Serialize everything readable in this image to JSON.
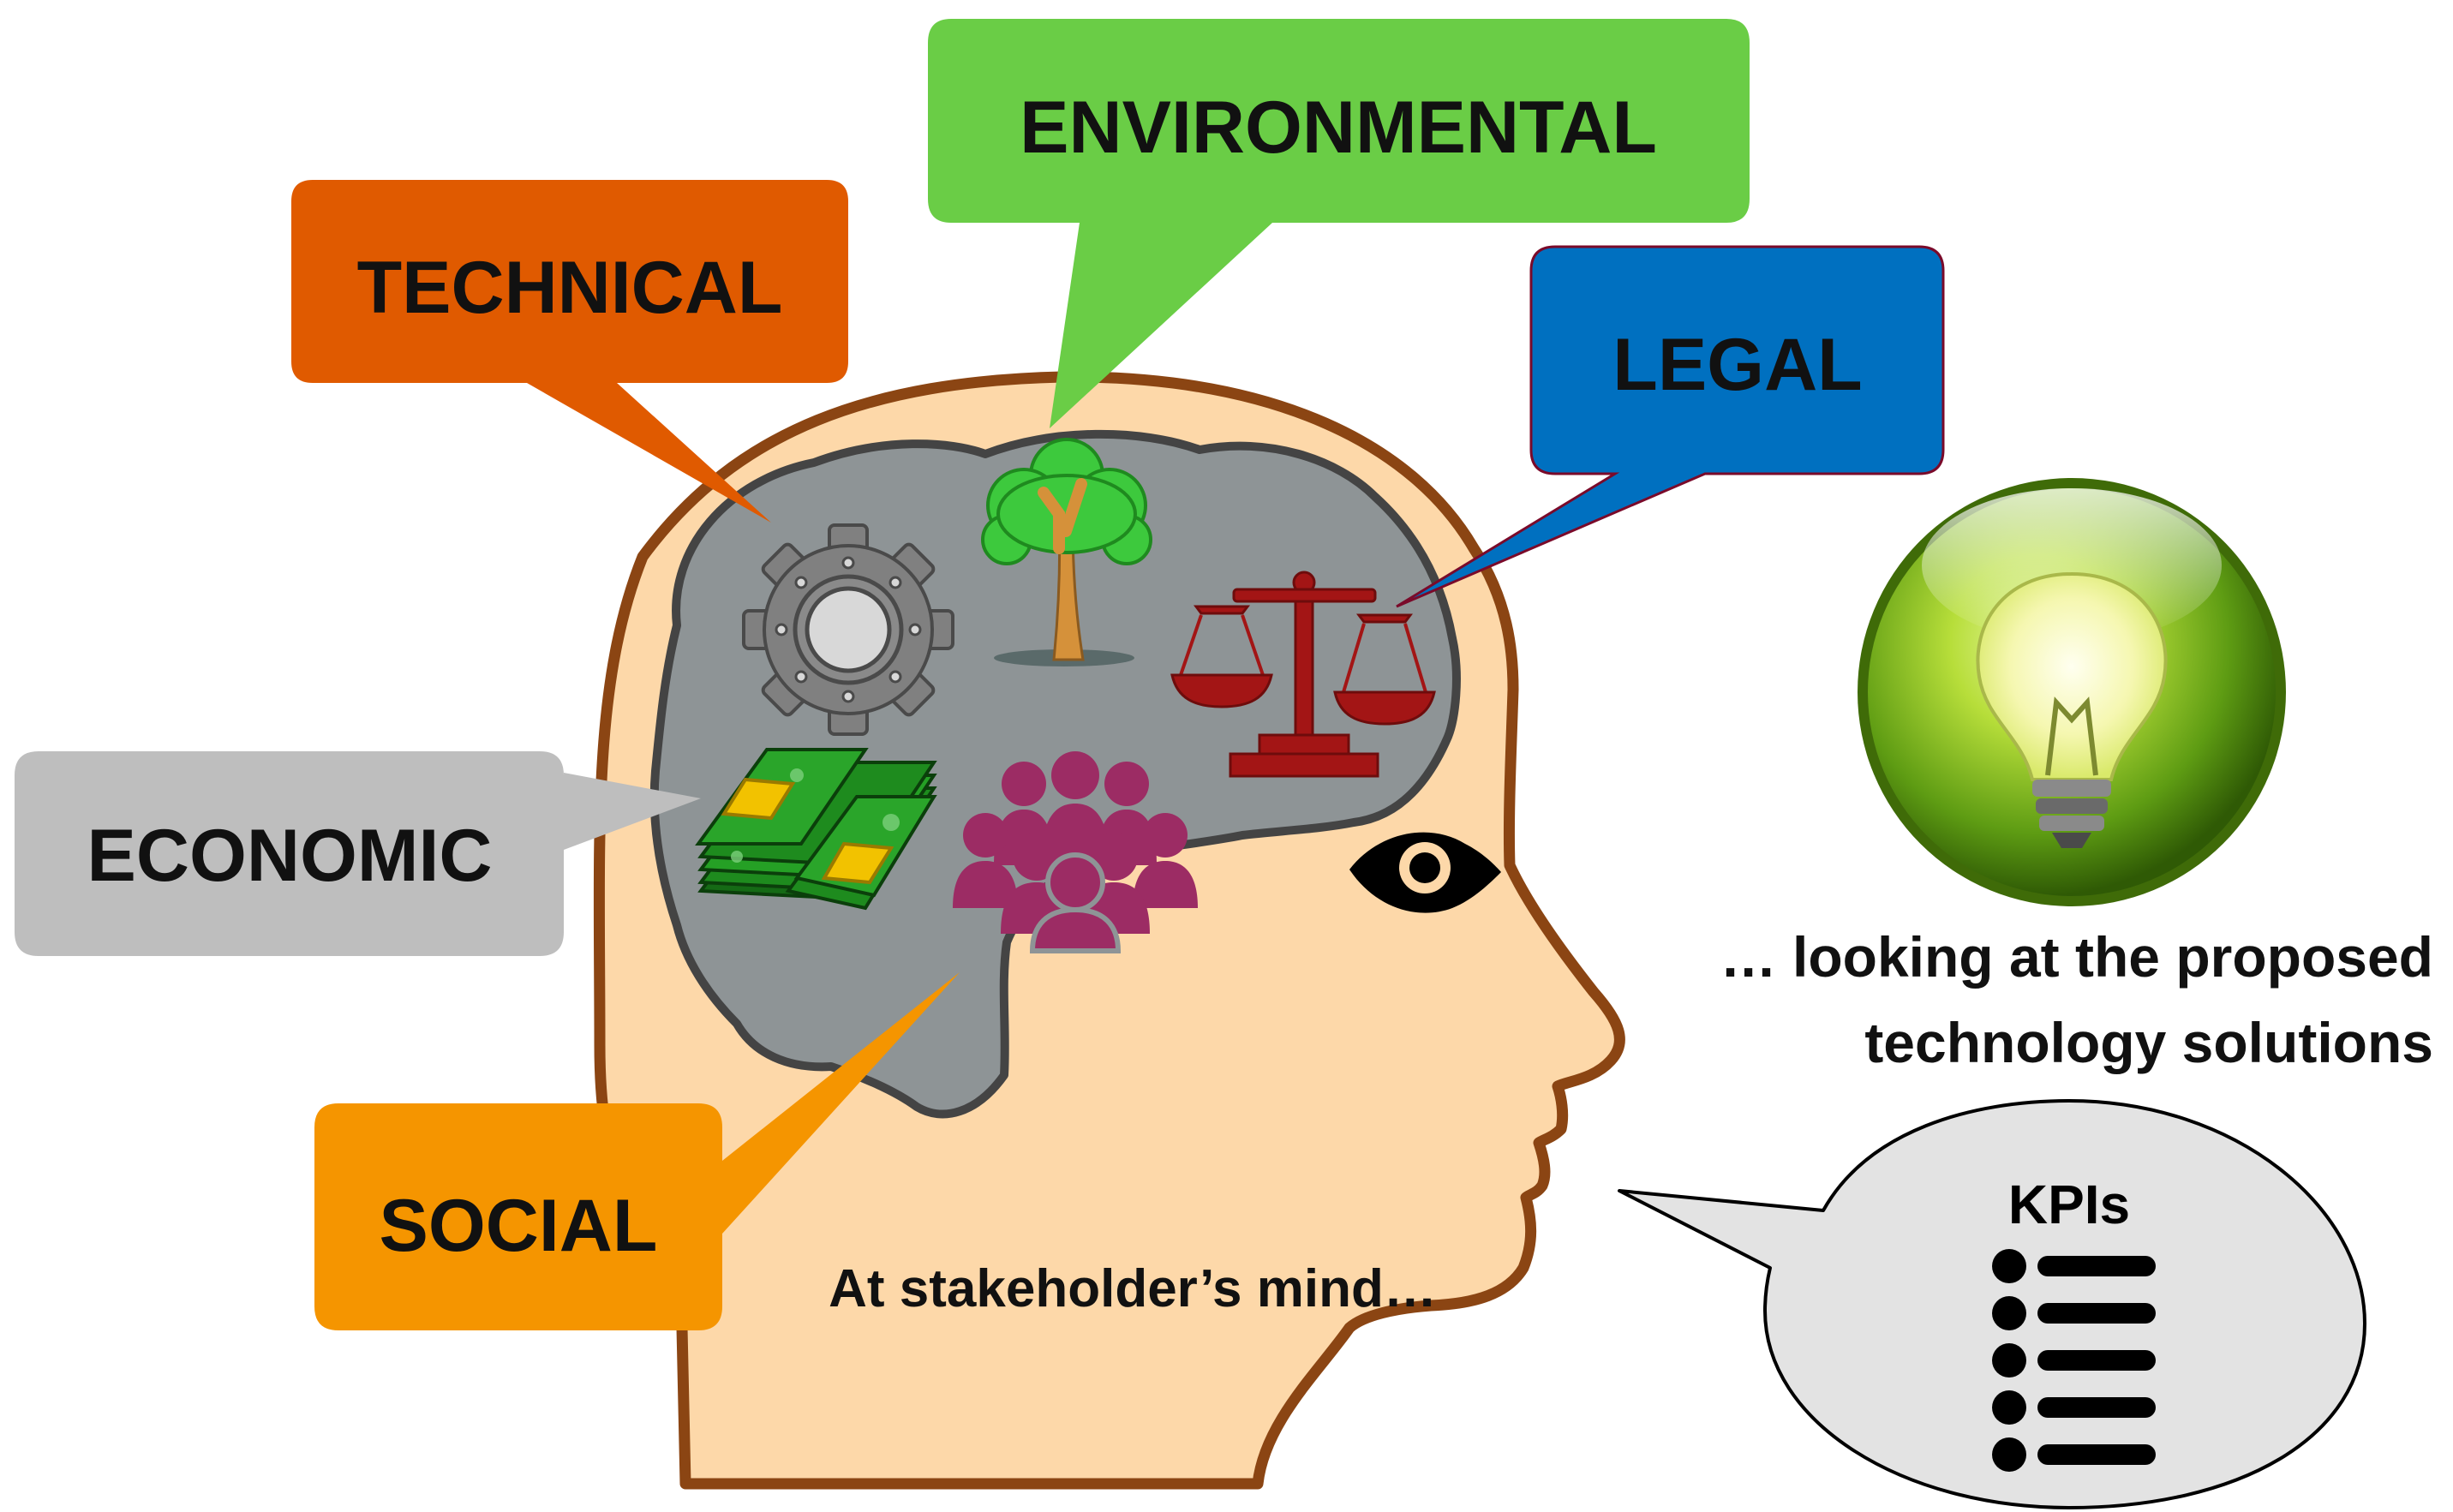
{
  "bubbles": {
    "technical": {
      "label": "TECHNICAL",
      "color": "#E05A00"
    },
    "environmental": {
      "label": "ENVIRONMENTAL",
      "color": "#6ACD46"
    },
    "legal": {
      "label": "LEGAL",
      "color": "#0070C0"
    },
    "economic": {
      "label": "ECONOMIC",
      "color": "#BEBEBE"
    },
    "social": {
      "label": "SOCIAL",
      "color": "#F59500"
    }
  },
  "captions": {
    "mind": "At stakeholder’s mind…",
    "looking_line1": "… looking at the proposed",
    "looking_line2": "technology solutions"
  },
  "kpi_bubble": {
    "title": "KPIs",
    "list_icon": "bulleted-list-icon"
  },
  "icons": {
    "technical": "gear-icon",
    "environmental": "tree-icon",
    "legal": "scales-of-justice-icon",
    "economic": "money-stack-icon",
    "social": "people-group-icon",
    "vision": "eye-icon",
    "idea": "lightbulb-icon"
  },
  "colors": {
    "skin": "#FDD8A9",
    "head_outline": "#8B4513",
    "brain": "#8E9496",
    "brain_outline": "#444444",
    "gear": "#808080",
    "tree_leaves": "#3DC93D",
    "tree_trunk": "#D5913A",
    "scales": "#A31515",
    "money": "#1E8B1E",
    "money_band": "#F2C200",
    "people": "#9C2C64",
    "lightbulb_orb": "#7CB518"
  }
}
